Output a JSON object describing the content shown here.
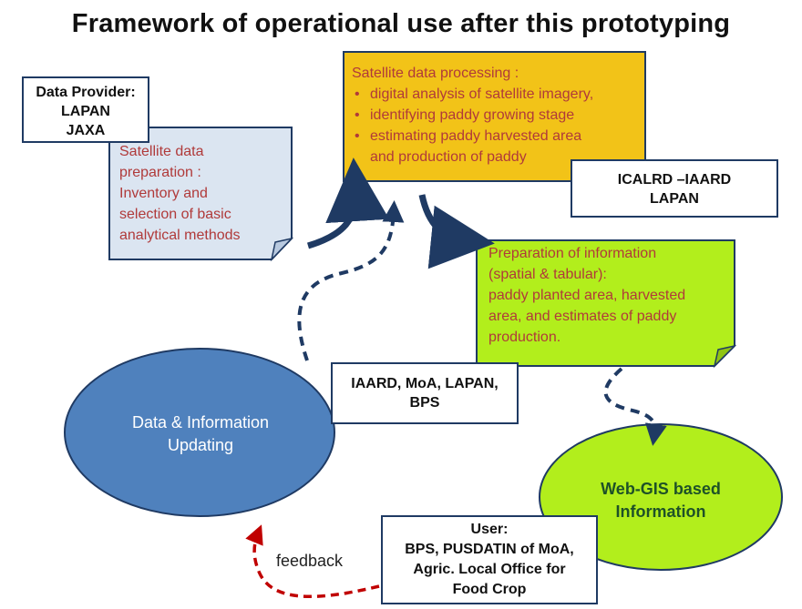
{
  "title": "Framework of operational use after this prototyping",
  "data_provider": {
    "lines": [
      "Data Provider:",
      "LAPAN",
      "JAXA"
    ]
  },
  "satellite_prep": {
    "lines": [
      "Satellite data",
      "preparation :",
      "Inventory and",
      "selection of basic",
      "analytical methods"
    ]
  },
  "satellite_processing": {
    "heading": "Satellite data processing :",
    "bullets": [
      "digital analysis of satellite imagery,",
      "identifying paddy growing stage",
      "estimating paddy harvested area"
    ],
    "continuation": "and production of paddy"
  },
  "icalrd": {
    "lines": [
      "ICALRD –IAARD",
      "LAPAN"
    ]
  },
  "preparation_info": {
    "lines": [
      "Preparation of information",
      "(spatial & tabular):",
      "paddy planted area, harvested",
      "area, and estimates of paddy",
      "production."
    ]
  },
  "iaard": {
    "lines": [
      "IAARD, MoA, LAPAN,",
      "BPS"
    ]
  },
  "updating": {
    "lines": [
      "Data & Information",
      "Updating"
    ]
  },
  "webgis": {
    "lines": [
      "Web-GIS based",
      "Information"
    ]
  },
  "user": {
    "lines": [
      "User:",
      "BPS, PUSDATIN of MoA,",
      "Agric. Local Office for",
      "Food Crop"
    ]
  },
  "feedback_label": "feedback",
  "colors": {
    "navy": "#1f3a63",
    "yellow": "#f2c318",
    "lime": "#b2ee1c",
    "blue_ellipse": "#4f81bd",
    "light_blue_note": "#dbe5f1",
    "red_text": "#b03a3a",
    "feedback_red": "#c00000"
  }
}
